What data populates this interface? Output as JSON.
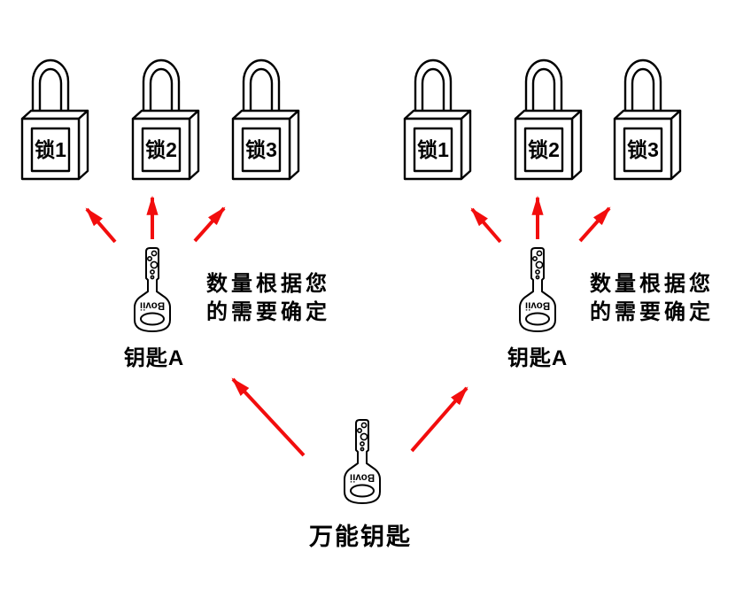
{
  "title": "master-key-lock-diagram",
  "groups": [
    {
      "locks": [
        "锁1",
        "锁2",
        "锁3"
      ],
      "key_label": "钥匙A",
      "note": [
        "数量根据您",
        "的需要确定"
      ]
    },
    {
      "locks": [
        "锁1",
        "锁2",
        "锁3"
      ],
      "key_label": "钥匙A",
      "note": [
        "数量根据您",
        "的需要确定"
      ]
    }
  ],
  "master_key": {
    "label": "万能钥匙"
  },
  "key_engraving": "Bovii",
  "colors": {
    "arrow": "#f20d0d",
    "line": "#000000",
    "background": "#ffffff"
  }
}
